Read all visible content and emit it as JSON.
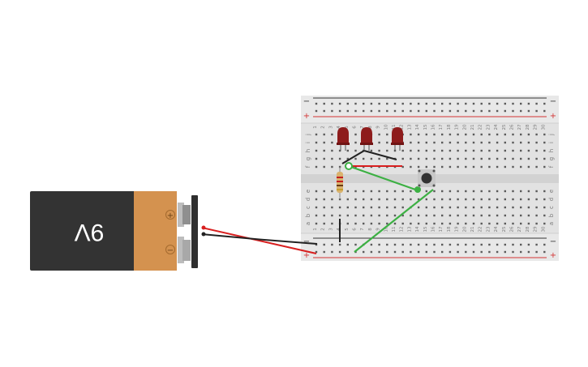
{
  "battery": {
    "label": "9V",
    "positive_symbol": "+",
    "negative_symbol": "−"
  },
  "breadboard": {
    "columns": 30,
    "row_letters_top": [
      "j",
      "i",
      "h",
      "g",
      "f"
    ],
    "row_letters_bottom": [
      "e",
      "d",
      "c",
      "b",
      "a"
    ],
    "rail_minus": "−",
    "rail_plus": "+"
  },
  "components": {
    "leds": 3,
    "resistors": 1,
    "pushbuttons": 1
  },
  "colors": {
    "battery_body": "#333333",
    "battery_band": "#d4924f",
    "board": "#e2e2e2",
    "rail_red": "#d43535",
    "rail_dark": "#333333",
    "wire_red": "#d81f1f",
    "wire_black": "#222222",
    "wire_green": "#3cb043",
    "led": "#8e1c1c"
  }
}
